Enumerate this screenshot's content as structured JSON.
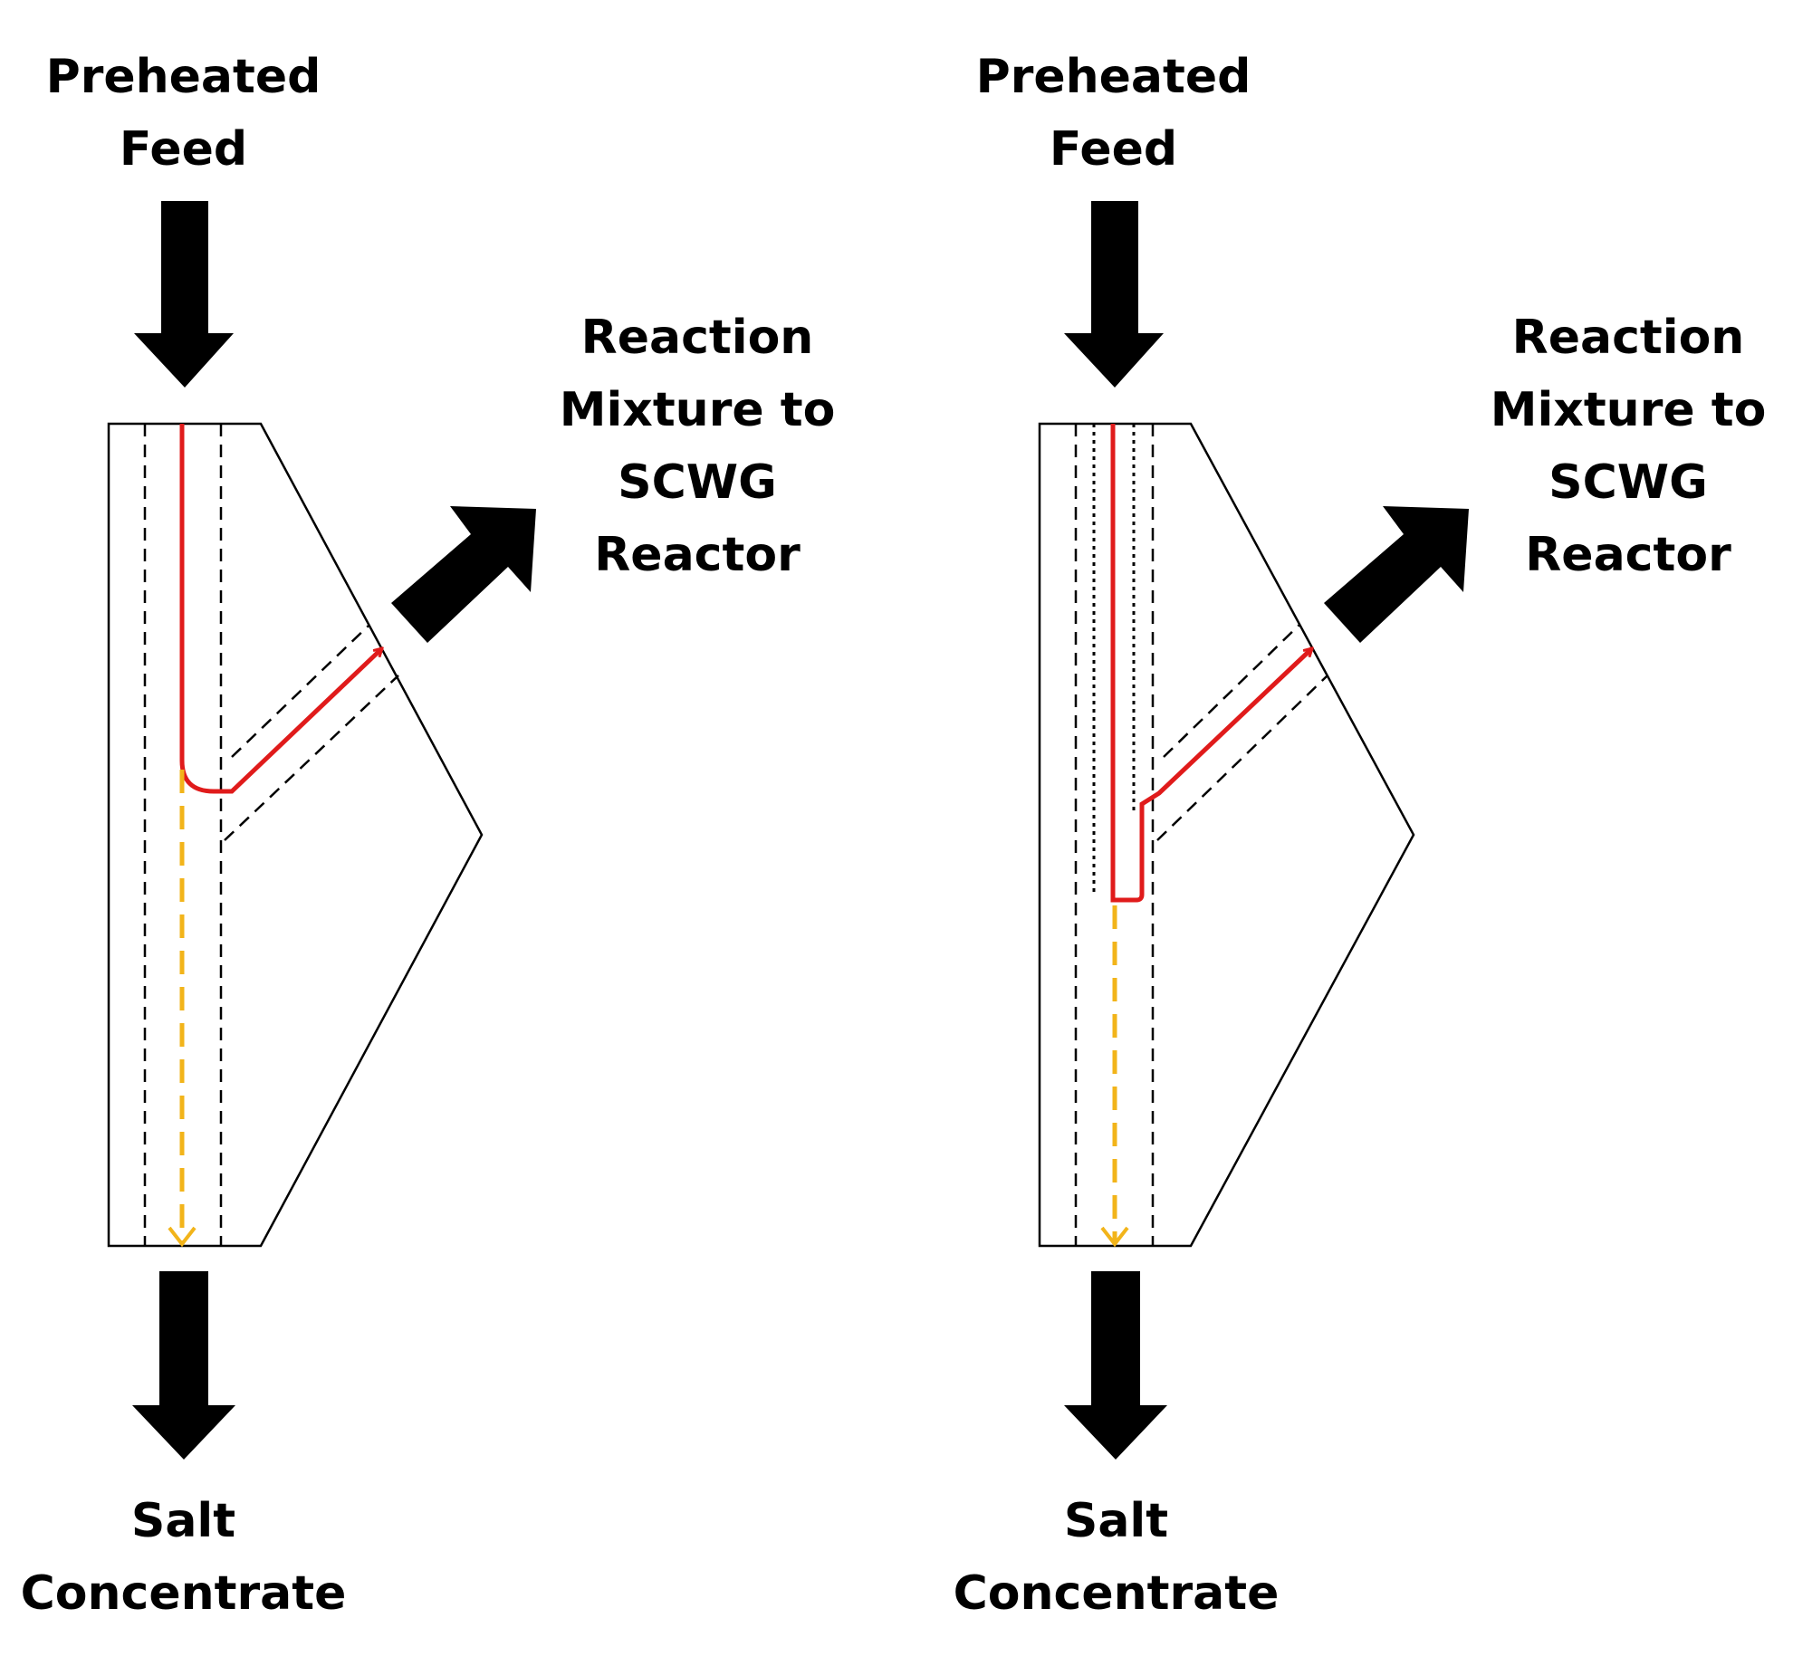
{
  "panels": [
    {
      "id": "left",
      "feed_label": [
        "Preheated",
        "Feed"
      ],
      "reaction_label": [
        "Reaction",
        "Mixture to",
        "SCWG",
        "Reactor"
      ],
      "salt_label": [
        "Salt",
        "Concentrate"
      ]
    },
    {
      "id": "right",
      "feed_label": [
        "Preheated",
        "Feed"
      ],
      "reaction_label": [
        "Reaction",
        "Mixture to",
        "SCWG",
        "Reactor"
      ],
      "salt_label": [
        "Salt",
        "Concentrate"
      ]
    }
  ],
  "colors": {
    "outline": "#000000",
    "arrow_fill": "#000000",
    "reaction_flow": "#e01b1b",
    "salt_flow": "#f2b41a",
    "background": "#ffffff"
  }
}
